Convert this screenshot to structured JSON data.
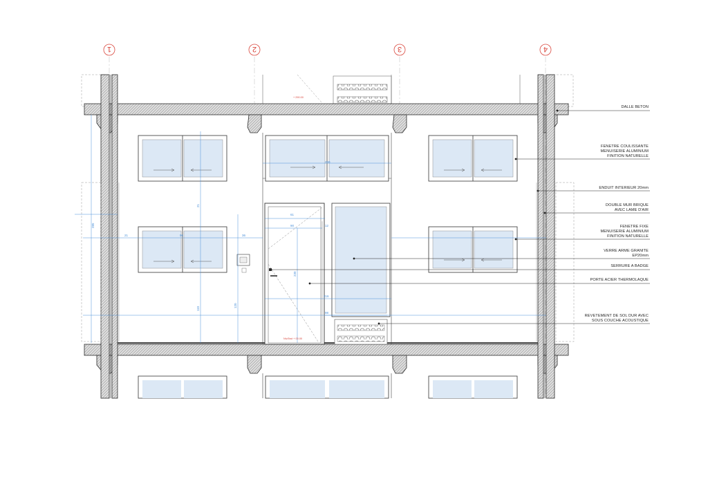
{
  "grid_axes": [
    "1",
    "2",
    "3",
    "4"
  ],
  "annotations": [
    {
      "id": "dalle",
      "text": "DALLE BETON"
    },
    {
      "id": "fenetre-coulissante",
      "text": "FENETRE COULISSANTE\nMENUISERIE ALUMINIUM\nFINITION NATURELLE"
    },
    {
      "id": "enduit",
      "text": "ENDUIT INTERIEUR 20mm"
    },
    {
      "id": "double-mur",
      "text": "DOUBLE MUR BRIQUE\nAVEC LAME D'AIR"
    },
    {
      "id": "fenetre-fixe",
      "text": "FENETRE FIXE\nMENUISERIE ALUMINIUM\nFINITION NATURELLE"
    },
    {
      "id": "verre-arme",
      "text": "VERRE ARME GRANITE\nEP20mm"
    },
    {
      "id": "serrure",
      "text": "SERRURE A BADGE"
    },
    {
      "id": "porte",
      "text": "PORTE ACIER THERMOLAQUE"
    },
    {
      "id": "revetement",
      "text": "REVETEMENT DE SOL DUR AVEC\nSOUS COUCHE ACOUSTIQUE"
    }
  ],
  "levels": {
    "upper": "+ 290.00",
    "floor": "Niv.Brut  + 00.00"
  },
  "dimensions": {
    "d_285": "285",
    "d_21": "21",
    "d_96": "96",
    "d_36": "36",
    "d_110": "110",
    "d_120": "120",
    "d_61": "61",
    "d_90": "90",
    "d_12": "12",
    "d_230": "230",
    "d_216": "216",
    "d_200": "200",
    "d_98": "98"
  },
  "colors": {
    "line": "#2b2b2b",
    "hatch": "#7a7a7a",
    "glass": "#dce8f5",
    "dimension": "#4a90d9",
    "axis": "#d9443a",
    "dashed": "#9a9a9a"
  }
}
